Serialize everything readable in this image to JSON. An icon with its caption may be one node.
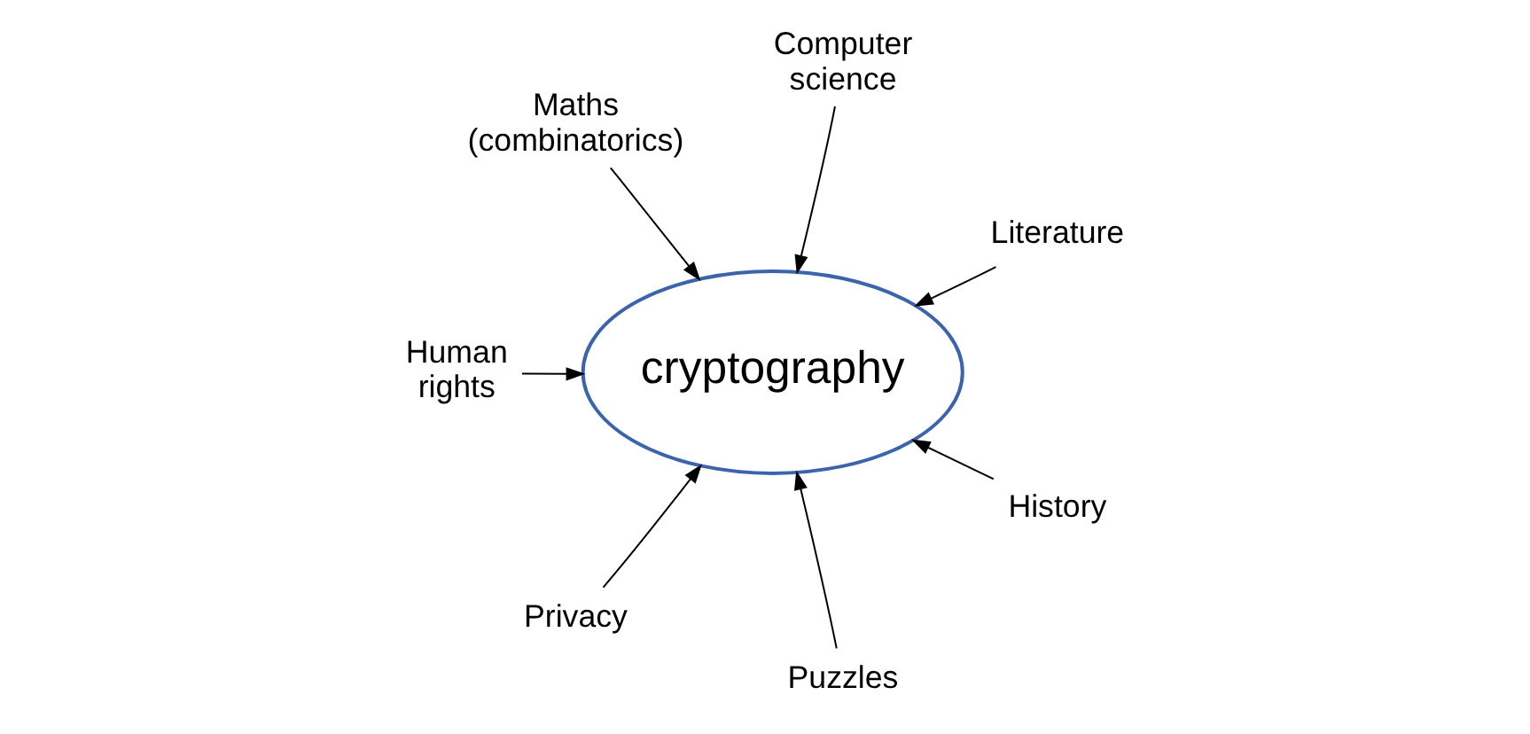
{
  "diagram": {
    "nodes": [
      {
        "text": [
          "cryptography"
        ]
      },
      {
        "text": [
          "Literature"
        ]
      },
      {
        "text": [
          "Computer science"
        ]
      },
      {
        "text": [
          "Maths (combinatorics)"
        ]
      },
      {
        "text": [
          "Human rights"
        ]
      },
      {
        "text": [
          "Privacy"
        ]
      },
      {
        "text": [
          "Puzzles"
        ]
      },
      {
        "text": [
          "History"
        ]
      }
    ],
    "edges": [
      {
        "from": 1,
        "to": 0,
        "arrow": "to"
      },
      {
        "from": 2,
        "to": 0,
        "arrow": "to"
      },
      {
        "from": 3,
        "to": 0,
        "arrow": "to"
      },
      {
        "from": 4,
        "to": 0,
        "arrow": "to"
      },
      {
        "from": 5,
        "to": 0,
        "arrow": "to"
      },
      {
        "from": 6,
        "to": 0,
        "arrow": "to"
      },
      {
        "from": 7,
        "to": 0,
        "arrow": "to"
      }
    ]
  }
}
